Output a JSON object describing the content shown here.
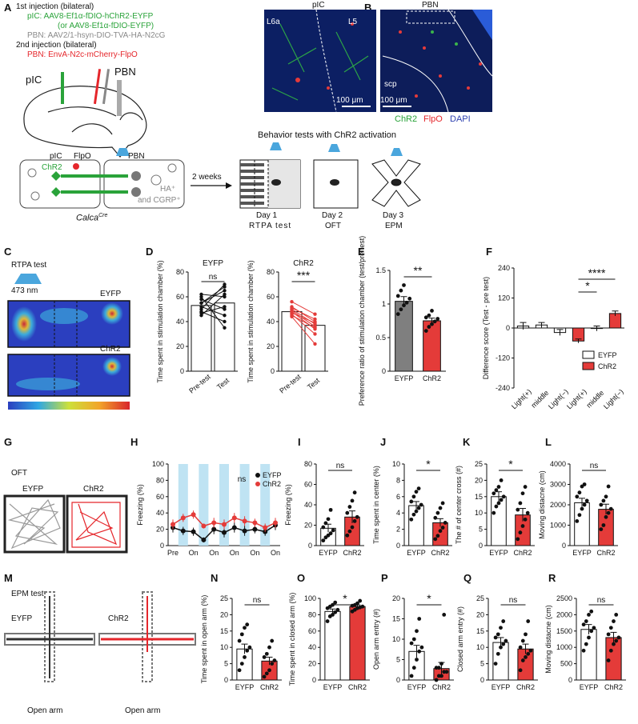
{
  "panels": [
    "A",
    "B",
    "C",
    "D",
    "E",
    "F",
    "G",
    "H",
    "I",
    "J",
    "K",
    "L",
    "M",
    "N",
    "O",
    "P",
    "Q",
    "R"
  ],
  "panelA": {
    "line1": "1st injection (bilateral)",
    "line2": "pIC: AAV8-Ef1α-fDIO-hChR2-EYFP",
    "line3": "(or AAV8-Ef1α-fDIO-EYFP)",
    "line4": "PBN: AAV2/1-hsyn-DIO-TVA-HA-N2cG",
    "line5": "2nd injection (bilateral)",
    "line6": "PBN: EnvA-N2c-mCherry-FlpO",
    "pic": "pIC",
    "pbn": "PBN",
    "circuit_pic": "pIC",
    "circuit_chr2": "ChR2",
    "circuit_flpo": "FlpO",
    "circuit_pbn": "PBN",
    "circuit_ha": "HA⁺",
    "circuit_cgrp": "and CGRP⁺",
    "calca": "Calca",
    "calca_sup": "Cre",
    "weeks": "2 weeks",
    "behavior_title": "Behavior tests with ChR2 activation",
    "day1": "Day 1",
    "day1b": "RTPA test",
    "day2": "Day 2",
    "day2b": "OFT",
    "day3": "Day 3",
    "day3b": "EPM"
  },
  "panelB": {
    "left_l6a": "L6a",
    "left_pic": "pIC",
    "left_l5": "L5",
    "right_pbn": "PBN",
    "right_scp": "scp",
    "scale1": "100 μm",
    "scale2": "100 μm",
    "legend_chr2": "ChR2",
    "legend_flpo": "FlpO",
    "legend_dapi": "DAPI"
  },
  "panelC": {
    "title": "RTPA test",
    "nm": "473 nm",
    "eyfp": "EYFP",
    "chr2": "ChR2"
  },
  "panelG": {
    "title": "OFT",
    "eyfp": "EYFP",
    "chr2": "ChR2"
  },
  "panelM": {
    "title": "EPM test",
    "eyfp": "EYFP",
    "chr2": "ChR2",
    "open1": "Open arm",
    "open2": "Open arm"
  },
  "colors": {
    "eyfp": "#ffffff",
    "chr2": "#e43b39",
    "eyfp_e": "#7f7f7f",
    "black": "#111111",
    "light": "#bfe3f3",
    "green": "#2aa33a",
    "red": "#e5262b",
    "grey": "#8a8a8a"
  },
  "chart_data": [
    {
      "panel": "D-left",
      "type": "paired-bar",
      "title": "EYFP",
      "ylabel": "Time spent in stimulation chamber (%)",
      "categories": [
        "Pre-test",
        "Test"
      ],
      "ylim": [
        0,
        80
      ],
      "yticks": [
        0,
        20,
        40,
        60,
        80
      ],
      "values": [
        53,
        55
      ],
      "pairs": [
        [
          45,
          62
        ],
        [
          48,
          40
        ],
        [
          50,
          70
        ],
        [
          52,
          45
        ],
        [
          55,
          65
        ],
        [
          58,
          50
        ],
        [
          60,
          35
        ],
        [
          62,
          60
        ],
        [
          55,
          68
        ],
        [
          47,
          52
        ]
      ],
      "sig": "ns"
    },
    {
      "panel": "D-right",
      "type": "paired-bar",
      "title": "ChR2",
      "ylabel": "Time spent in stimulation chamber (%)",
      "categories": [
        "Pre-test",
        "Test"
      ],
      "ylim": [
        0,
        80
      ],
      "yticks": [
        0,
        20,
        40,
        60,
        80
      ],
      "values": [
        48,
        37
      ],
      "pairs": [
        [
          56,
          46
        ],
        [
          52,
          40
        ],
        [
          50,
          38
        ],
        [
          49,
          36
        ],
        [
          48,
          34
        ],
        [
          46,
          30
        ],
        [
          44,
          22
        ],
        [
          51,
          42
        ],
        [
          47,
          39
        ],
        [
          45,
          35
        ]
      ],
      "sig": "***"
    },
    {
      "panel": "E",
      "type": "bar",
      "ylabel": "Preference ratio of stimulation chamber (test/pre test)",
      "categories": [
        "EYFP",
        "ChR2"
      ],
      "values": [
        1.04,
        0.75
      ],
      "errors": [
        0.07,
        0.04
      ],
      "ylim": [
        0,
        1.5
      ],
      "yticks": [
        0.0,
        0.5,
        1.0,
        1.5
      ],
      "points": [
        [
          0.85,
          0.92,
          0.98,
          1.02,
          1.08,
          1.12,
          1.2,
          1.28
        ],
        [
          0.6,
          0.66,
          0.7,
          0.74,
          0.78,
          0.8,
          0.83,
          0.9
        ]
      ],
      "sig": "**"
    },
    {
      "panel": "F",
      "type": "bar",
      "ylabel": "Difference score (Test - pre test)",
      "categories": [
        "Light(+)",
        "middle",
        "Light(−)",
        "Light(+)",
        "middle",
        "Light(−)"
      ],
      "groups": [
        "EYFP",
        "EYFP",
        "EYFP",
        "ChR2",
        "ChR2",
        "ChR2"
      ],
      "values": [
        8,
        12,
        -18,
        -52,
        -2,
        58
      ],
      "errors": [
        14,
        10,
        12,
        8,
        10,
        10
      ],
      "ylim": [
        -240,
        240
      ],
      "yticks": [
        -240,
        -120,
        0,
        120,
        240
      ],
      "legend": [
        "EYFP",
        "ChR2"
      ],
      "sig": [
        "*",
        "****"
      ]
    },
    {
      "panel": "H",
      "type": "line",
      "ylabel": "Freezing (%)",
      "x": [
        "Pre",
        "On",
        "On",
        "On",
        "On",
        "On"
      ],
      "series": [
        {
          "name": "EYFP",
          "values": [
            22,
            18,
            17,
            7,
            20,
            16,
            22,
            18,
            20,
            17,
            25
          ]
        },
        {
          "name": "ChR2",
          "values": [
            26,
            34,
            38,
            24,
            28,
            26,
            34,
            30,
            28,
            22,
            28
          ]
        }
      ],
      "errors": [
        6,
        5,
        5,
        3,
        6,
        6,
        6,
        6,
        5,
        5,
        6
      ],
      "ylim": [
        0,
        100
      ],
      "yticks": [
        0,
        20,
        40,
        60,
        80,
        100
      ],
      "sig": "ns"
    },
    {
      "panel": "I",
      "type": "bar",
      "ylabel": "Freezing (%)",
      "categories": [
        "EYFP",
        "ChR2"
      ],
      "values": [
        17,
        28
      ],
      "errors": [
        4,
        6
      ],
      "ylim": [
        0,
        80
      ],
      "yticks": [
        0,
        20,
        40,
        60,
        80
      ],
      "points": [
        [
          5,
          8,
          10,
          12,
          15,
          18,
          22,
          26,
          35
        ],
        [
          10,
          14,
          18,
          24,
          28,
          32,
          38,
          44,
          52
        ]
      ],
      "sig": "ns"
    },
    {
      "panel": "J",
      "type": "bar",
      "ylabel": "Time spent in center (%)",
      "categories": [
        "EYFP",
        "ChR2"
      ],
      "values": [
        4.9,
        2.8
      ],
      "errors": [
        0.5,
        0.5
      ],
      "ylim": [
        0,
        10
      ],
      "yticks": [
        0,
        2,
        4,
        6,
        8,
        10
      ],
      "points": [
        [
          3.2,
          3.8,
          4.2,
          4.6,
          5.0,
          5.4,
          6.0,
          6.6,
          7.0
        ],
        [
          0.8,
          1.2,
          1.8,
          2.2,
          2.8,
          3.4,
          4.0,
          4.6,
          5.2
        ]
      ],
      "sig": "*"
    },
    {
      "panel": "K",
      "type": "bar",
      "ylabel": "The # of center cross (#)",
      "categories": [
        "EYFP",
        "ChR2"
      ],
      "values": [
        15,
        9.4
      ],
      "errors": [
        1.5,
        2
      ],
      "ylim": [
        0,
        25
      ],
      "yticks": [
        0,
        5,
        10,
        15,
        20,
        25
      ],
      "points": [
        [
          10,
          12,
          13,
          14,
          15,
          16,
          17,
          18,
          20
        ],
        [
          2,
          4,
          6,
          8,
          10,
          11,
          13,
          16,
          18
        ]
      ],
      "sig": "*"
    },
    {
      "panel": "L",
      "type": "bar",
      "ylabel": "Moving distacne (cm)",
      "categories": [
        "EYFP",
        "ChR2"
      ],
      "values": [
        2100,
        1780
      ],
      "errors": [
        220,
        250
      ],
      "ylim": [
        0,
        4000
      ],
      "yticks": [
        0,
        1000,
        2000,
        3000,
        4000
      ],
      "points": [
        [
          1200,
          1500,
          1800,
          2000,
          2200,
          2400,
          2600,
          2900,
          3000
        ],
        [
          800,
          1000,
          1400,
          1600,
          1800,
          2000,
          2200,
          2400,
          2900
        ]
      ],
      "sig": "ns"
    },
    {
      "panel": "N",
      "type": "bar",
      "ylabel": "Time spent in open arm (%)",
      "categories": [
        "EYFP",
        "ChR2"
      ],
      "values": [
        9.5,
        5.8
      ],
      "errors": [
        1.5,
        1.2
      ],
      "ylim": [
        0,
        25
      ],
      "yticks": [
        0,
        5,
        10,
        15,
        20,
        25
      ],
      "points": [
        [
          3,
          5,
          7,
          9,
          10,
          12,
          14,
          16,
          17
        ],
        [
          1,
          2,
          3,
          5,
          6,
          7,
          8,
          10,
          12
        ]
      ],
      "sig": "ns"
    },
    {
      "panel": "O",
      "type": "bar",
      "ylabel": "Time spent in closed arm (%)",
      "categories": [
        "EYFP",
        "ChR2"
      ],
      "values": [
        84,
        90
      ],
      "errors": [
        3,
        2
      ],
      "ylim": [
        0,
        100
      ],
      "yticks": [
        0,
        20,
        40,
        60,
        80,
        100
      ],
      "points": [
        [
          72,
          78,
          80,
          83,
          86,
          88,
          90,
          92,
          95
        ],
        [
          84,
          86,
          88,
          89,
          90,
          91,
          92,
          94,
          97
        ]
      ],
      "sig": "*"
    },
    {
      "panel": "P",
      "type": "bar",
      "ylabel": "Open arm entry (#)",
      "categories": [
        "EYFP",
        "ChR2"
      ],
      "values": [
        7,
        2.8
      ],
      "errors": [
        1.5,
        1.5
      ],
      "ylim": [
        0,
        20
      ],
      "yticks": [
        0,
        5,
        10,
        15,
        20
      ],
      "points": [
        [
          1,
          3,
          5,
          7,
          8,
          9,
          10,
          12,
          15
        ],
        [
          0,
          1,
          1,
          2,
          2,
          3,
          3,
          4,
          16
        ]
      ],
      "sig": "*"
    },
    {
      "panel": "Q",
      "type": "bar",
      "ylabel": "Closed arm entry (#)",
      "categories": [
        "EYFP",
        "ChR2"
      ],
      "values": [
        11.5,
        9.5
      ],
      "errors": [
        1.5,
        1.5
      ],
      "ylim": [
        0,
        25
      ],
      "yticks": [
        0,
        5,
        10,
        15,
        20,
        25
      ],
      "points": [
        [
          5,
          8,
          10,
          11,
          12,
          13,
          14,
          16,
          18
        ],
        [
          3,
          6,
          7,
          8,
          9,
          10,
          12,
          14,
          18
        ]
      ],
      "sig": "ns"
    },
    {
      "panel": "R",
      "type": "bar",
      "ylabel": "Moving distacne (cm)",
      "categories": [
        "EYFP",
        "ChR2"
      ],
      "values": [
        1550,
        1300
      ],
      "errors": [
        150,
        160
      ],
      "ylim": [
        0,
        2500
      ],
      "yticks": [
        0,
        500,
        1000,
        1500,
        2000,
        2500
      ],
      "points": [
        [
          900,
          1100,
          1300,
          1500,
          1600,
          1700,
          1800,
          2000,
          2100
        ],
        [
          600,
          900,
          1100,
          1200,
          1300,
          1400,
          1600,
          1800,
          2000
        ]
      ],
      "sig": "ns"
    }
  ]
}
